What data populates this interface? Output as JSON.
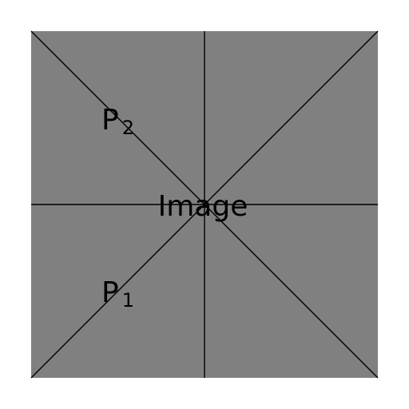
{
  "diagram": {
    "center_label": "Image",
    "points": [
      {
        "base": "P",
        "subscript": "1"
      },
      {
        "base": "P",
        "subscript": "2"
      }
    ]
  },
  "colors": {
    "image_fill": "#808080",
    "line": "#000000",
    "background": "#ffffff"
  }
}
